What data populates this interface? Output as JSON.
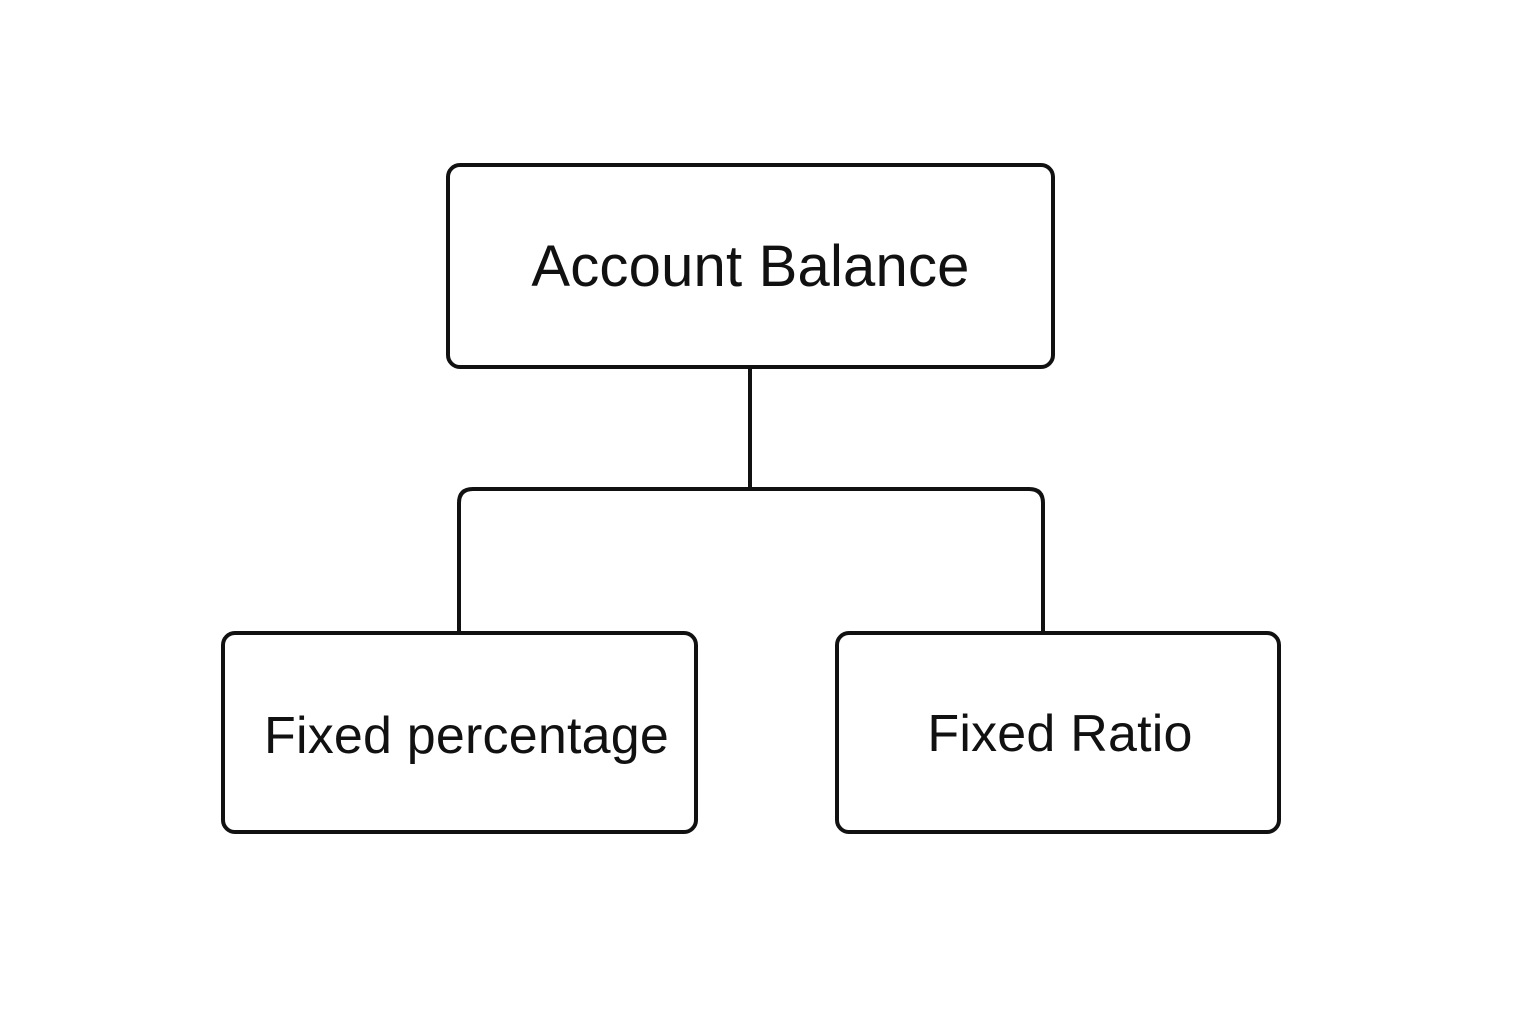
{
  "diagram": {
    "root": {
      "label": "Account Balance"
    },
    "children": [
      {
        "label": "Fixed percentage"
      },
      {
        "label": "Fixed Ratio"
      }
    ]
  },
  "colors": {
    "stroke": "#111111",
    "background": "#ffffff",
    "text": "#111111"
  }
}
